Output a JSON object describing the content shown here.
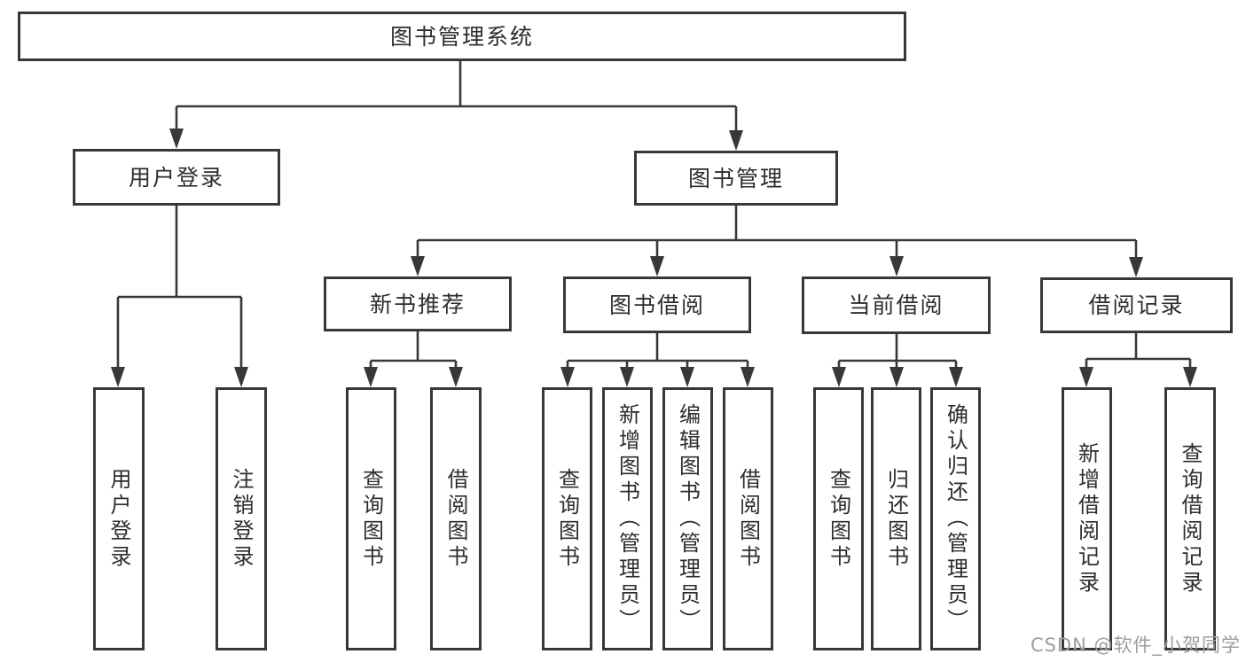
{
  "diagram": {
    "type": "functional-structure-tree",
    "root": {
      "label": "图书管理系统"
    },
    "level2": [
      {
        "label": "用户登录"
      },
      {
        "label": "图书管理"
      }
    ],
    "level3": [
      {
        "label": "新书推荐",
        "parent": "图书管理"
      },
      {
        "label": "图书借阅",
        "parent": "图书管理"
      },
      {
        "label": "当前借阅",
        "parent": "图书管理"
      },
      {
        "label": "借阅记录",
        "parent": "图书管理"
      }
    ],
    "nodes": [
      {
        "label": "图书管理系统"
      },
      {
        "label": "用户登录"
      },
      {
        "label": "图书管理"
      },
      {
        "label": "新书推荐"
      },
      {
        "label": "图书借阅"
      },
      {
        "label": "当前借阅"
      },
      {
        "label": "借阅记录"
      },
      {
        "label": "用户登录"
      },
      {
        "label": "注销登录"
      },
      {
        "label": "查询图书"
      },
      {
        "label": "借阅图书"
      },
      {
        "label": "查询图书"
      },
      {
        "label": "新增图书（管理员）"
      },
      {
        "label": "编辑图书（管理员）"
      },
      {
        "label": "借阅图书"
      },
      {
        "label": "查询图书"
      },
      {
        "label": "归还图书"
      },
      {
        "label": "确认归还（管理员）"
      },
      {
        "label": "新增借阅记录"
      },
      {
        "label": "查询借阅记录"
      }
    ]
  },
  "watermark": "CSDN @软件_小贺同学",
  "colors": {
    "line": "#383838",
    "box_border": "#383838",
    "text": "#2d2d2d",
    "watermark": "#9e9e9e",
    "background": "#ffffff"
  }
}
